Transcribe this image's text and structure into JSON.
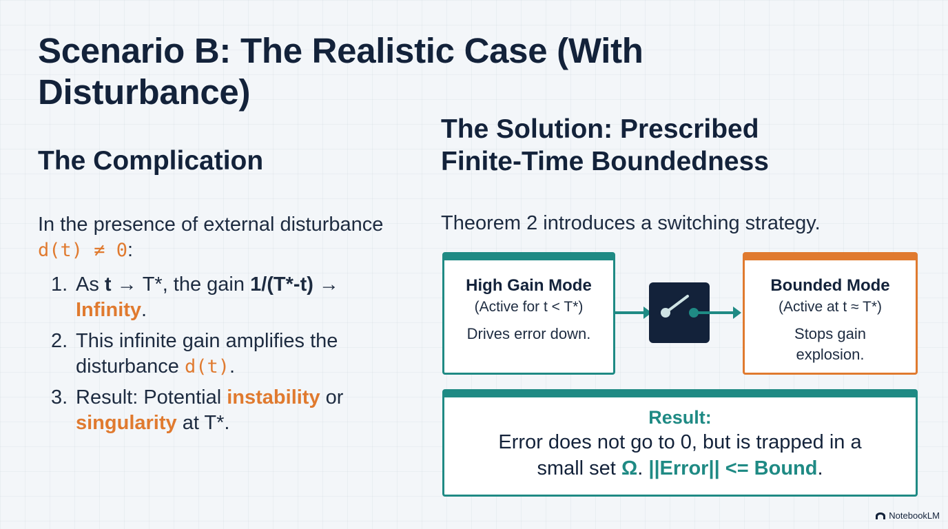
{
  "title": "Scenario B: The Realistic Case (With Disturbance)",
  "complication": {
    "heading": "The Complication",
    "intro_prefix": "In the presence of external disturbance",
    "intro_expr": "d(t) ≠ 0",
    "intro_suffix": ":",
    "items": [
      {
        "number": "1.",
        "p1": "As ",
        "b1": "t → ",
        "p2": "T*, the gain ",
        "b2": "1/(T*-t) →",
        "p3": " ",
        "o1": "Infinity",
        "p4": "."
      },
      {
        "number": "2.",
        "p1": "This infinite gain amplifies the disturbance ",
        "code": "d(t)",
        "p2": "."
      },
      {
        "number": "3.",
        "p1": "Result: Potential ",
        "o1": "instability",
        "p2": " or ",
        "o2": "singularity",
        "p3": " at T*."
      }
    ]
  },
  "solution": {
    "heading_line1": "The Solution: Prescribed",
    "heading_line2": "Finite-Time Boundedness",
    "theorem": "Theorem 2 introduces a switching strategy.",
    "high_gain": {
      "title": "High Gain Mode",
      "subtitle": "(Active for t < T*)",
      "desc": "Drives error down."
    },
    "bounded": {
      "title": "Bounded Mode",
      "subtitle": "(Active at t ≈ T*)",
      "desc_line1": "Stops gain",
      "desc_line2": "explosion."
    },
    "switch_icon": "switch-icon",
    "result": {
      "title": "Result:",
      "line1": "Error does not go to 0, but is trapped in a",
      "line2_prefix": "small set ",
      "omega": "Ω",
      "sep": ". ",
      "bound": "||Error|| <= Bound",
      "end": "."
    }
  },
  "brand": {
    "label": "NotebookLM",
    "icon": "notebooklm-logo-icon"
  },
  "colors": {
    "navy": "#13223a",
    "teal": "#1f8a84",
    "orange": "#e07a2f",
    "background": "#f3f6f9"
  }
}
